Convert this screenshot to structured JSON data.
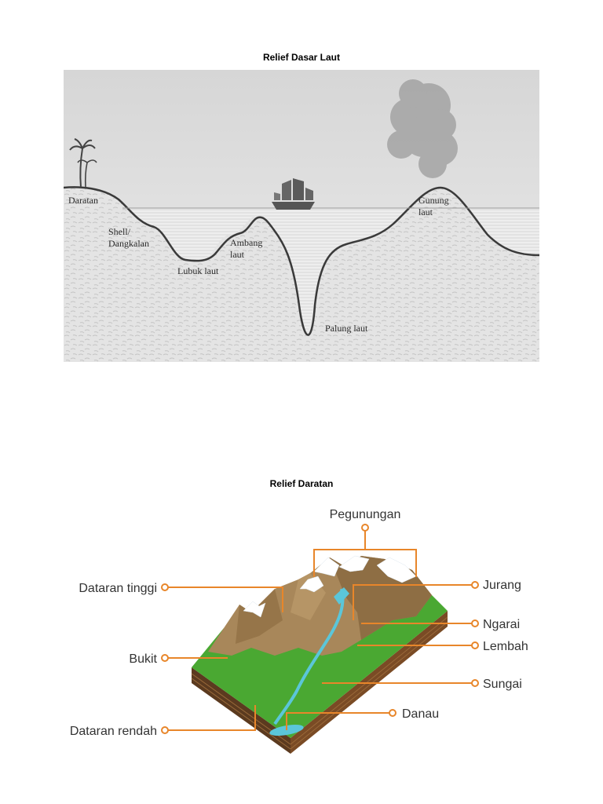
{
  "sea_floor_relief": {
    "title": "Relief Dasar Laut",
    "labels": {
      "daratan": "Daratan",
      "shell_line1": "Shell/",
      "shell_line2": "Dangkalan",
      "lubuk": "Lubuk laut",
      "ambang_line1": "Ambang",
      "ambang_line2": "laut",
      "palung": "Palung laut",
      "gunung_line1": "Gunung",
      "gunung_line2": "laut"
    }
  },
  "land_relief": {
    "title": "Relief Daratan",
    "labels": {
      "pegunungan": "Pegunungan",
      "dataran_tinggi": "Dataran tinggi",
      "bukit": "Bukit",
      "dataran_rendah": "Dataran rendah",
      "jurang": "Jurang",
      "ngarai": "Ngarai",
      "lembah": "Lembah",
      "sungai": "Sungai",
      "danau": "Danau"
    }
  },
  "colors": {
    "leader": "#e8862a",
    "grass": "#4aa832",
    "mountain": "#a8875a",
    "water": "#5bc6d9"
  }
}
